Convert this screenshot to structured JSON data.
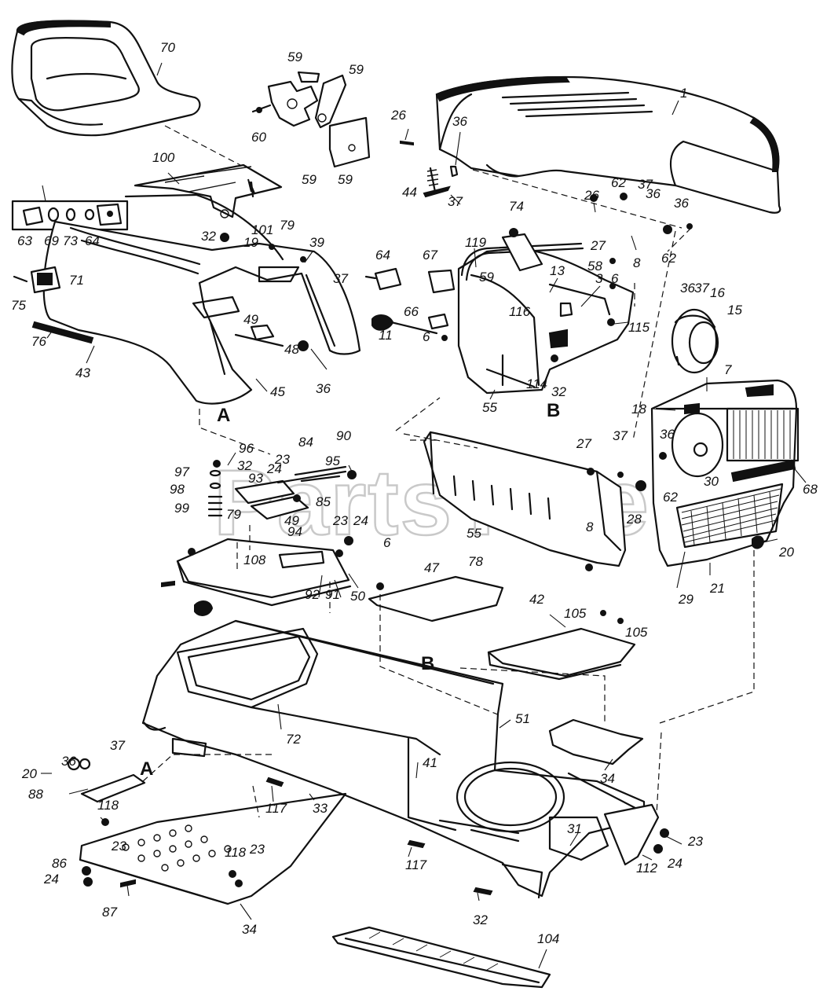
{
  "watermark": "PartsTree",
  "reference_marks": [
    "A",
    "B",
    "A",
    "B"
  ],
  "callouts": [
    "70",
    "59",
    "59",
    "60",
    "59",
    "59",
    "1",
    "26",
    "36",
    "100",
    "44",
    "37",
    "26",
    "62",
    "37",
    "36",
    "36",
    "63",
    "69",
    "73",
    "64",
    "101",
    "79",
    "39",
    "27",
    "8",
    "62",
    "32",
    "19",
    "74",
    "119",
    "64",
    "67",
    "58",
    "13",
    "3",
    "6",
    "37",
    "71",
    "75",
    "59",
    "36",
    "37",
    "16",
    "15",
    "66",
    "116",
    "49",
    "115",
    "48",
    "76",
    "43",
    "11",
    "6",
    "114",
    "45",
    "55",
    "32",
    "36",
    "7",
    "18",
    "27",
    "36",
    "37",
    "96",
    "90",
    "84",
    "23",
    "24",
    "95",
    "97",
    "32",
    "93",
    "85",
    "98",
    "30",
    "99",
    "62",
    "68",
    "79",
    "49",
    "8",
    "94",
    "28",
    "20",
    "23",
    "24",
    "55",
    "108",
    "6",
    "47",
    "78",
    "92",
    "91",
    "50",
    "29",
    "21",
    "42",
    "105",
    "105",
    "72",
    "51",
    "34",
    "37",
    "36",
    "20",
    "41",
    "88",
    "117",
    "118",
    "33",
    "23",
    "31",
    "23",
    "118",
    "23",
    "24",
    "86",
    "117",
    "112",
    "24",
    "87",
    "32",
    "34",
    "104"
  ]
}
